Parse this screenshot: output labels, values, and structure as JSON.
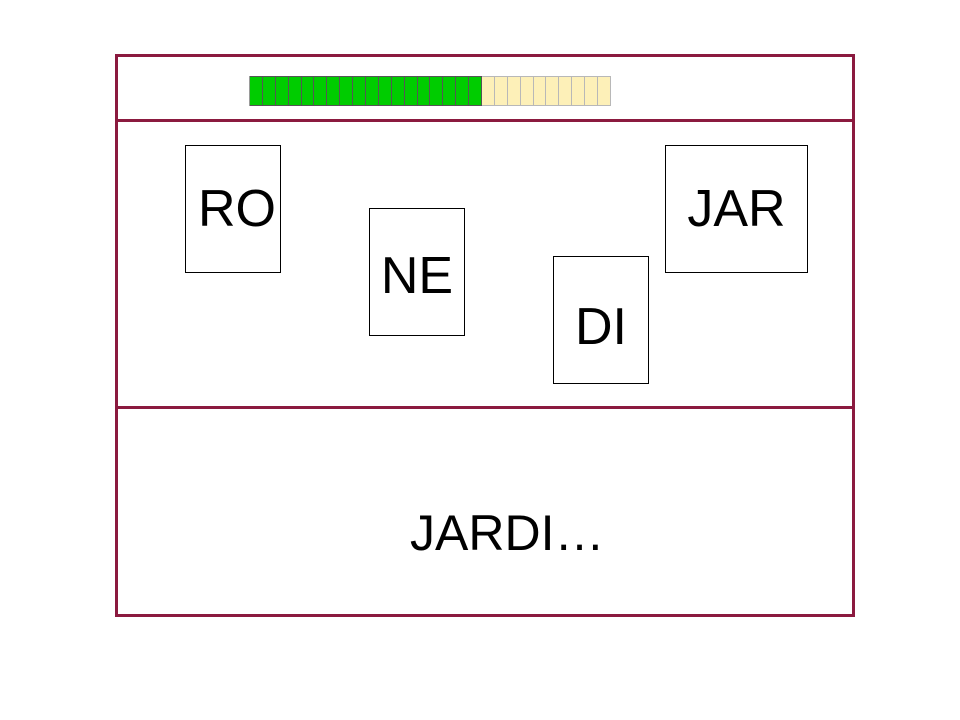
{
  "progress": {
    "completed_segments": 18,
    "total_segments": 28,
    "completed_color": "#00cc00",
    "remaining_color": "#fdf0b8"
  },
  "cards": [
    {
      "id": "ro",
      "text": "RO"
    },
    {
      "id": "ne",
      "text": "NE"
    },
    {
      "id": "di",
      "text": "DI"
    },
    {
      "id": "jar",
      "text": "JAR"
    }
  ],
  "answer": {
    "text": "JARDI…"
  },
  "colors": {
    "panel_border": "#8b1a3f",
    "card_border": "#000000"
  }
}
